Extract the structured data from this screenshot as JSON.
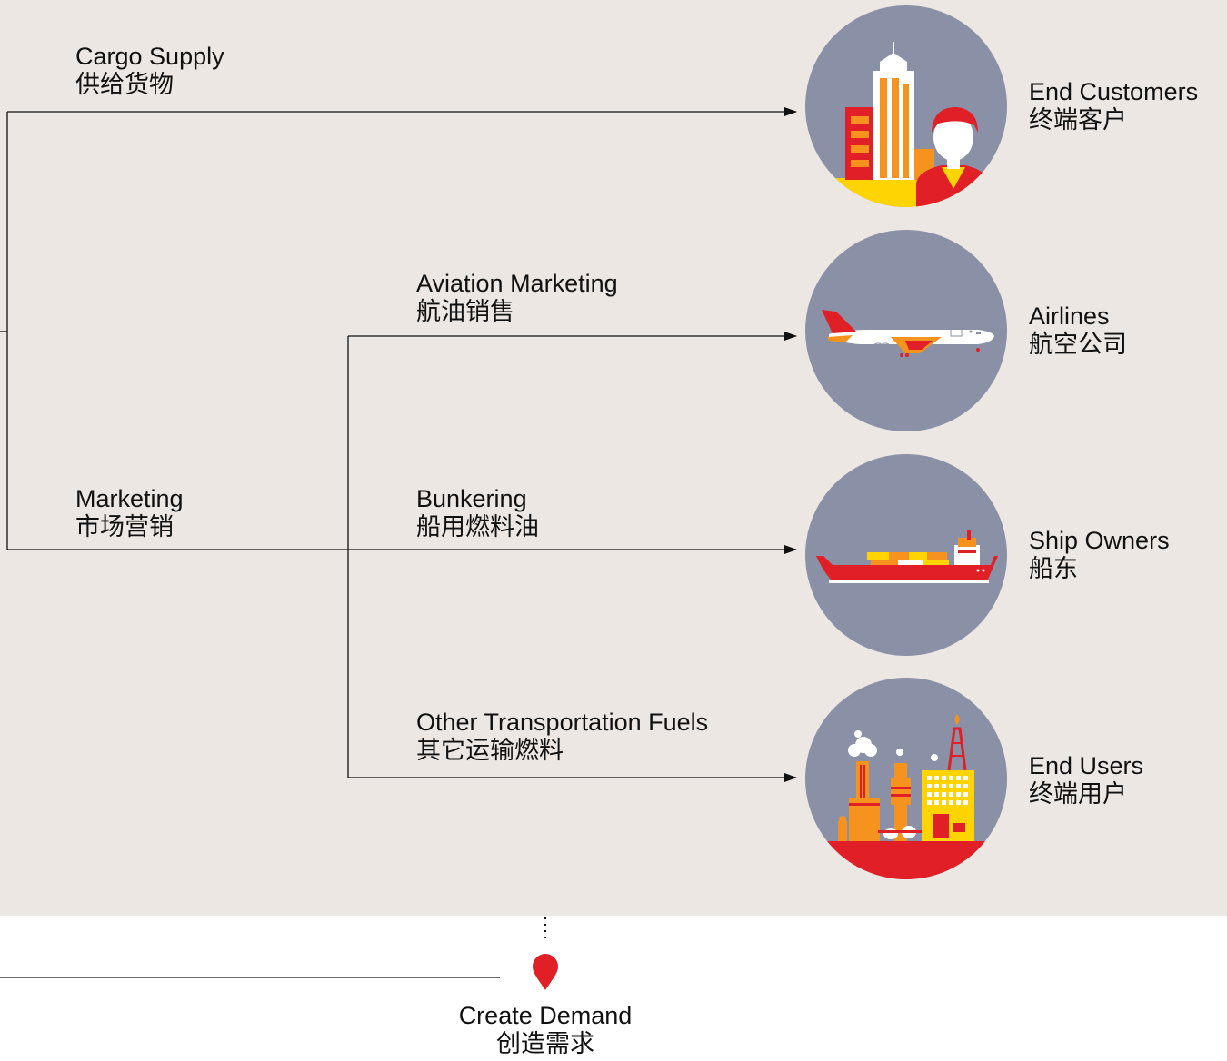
{
  "branches": {
    "cargo_supply": {
      "en": "Cargo Supply",
      "zh": "供给货物"
    },
    "marketing": {
      "en": "Marketing",
      "zh": "市场营销"
    },
    "aviation_marketing": {
      "en": "Aviation Marketing",
      "zh": "航油销售"
    },
    "bunkering": {
      "en": "Bunkering",
      "zh": "船用燃料油"
    },
    "other_fuels": {
      "en": "Other Transportation Fuels",
      "zh": "其它运输燃料"
    }
  },
  "destinations": {
    "end_customers": {
      "en": "End Customers",
      "zh": "终端客户",
      "icon": "city-customer-icon"
    },
    "airlines": {
      "en": "Airlines",
      "zh": "航空公司",
      "icon": "airplane-icon"
    },
    "ship_owners": {
      "en": "Ship Owners",
      "zh": "船东",
      "icon": "cargo-ship-icon"
    },
    "end_users": {
      "en": "End Users",
      "zh": "终端用户",
      "icon": "refinery-icon"
    }
  },
  "footer": {
    "en": "Create Demand",
    "zh": "创造需求",
    "icon": "location-pin-icon"
  },
  "colors": {
    "background": "#ece7e2",
    "circle": "#8a90a6",
    "red": "#e01f26",
    "orange": "#f6921e",
    "yellow": "#ffd400",
    "line": "#111111"
  }
}
